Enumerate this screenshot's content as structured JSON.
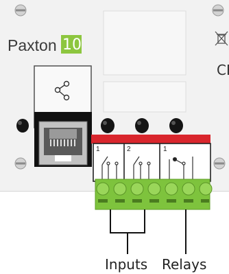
{
  "device": {
    "brand": "Paxton",
    "model": "10",
    "ce_mark": "CE",
    "relay_numbers": [
      "1",
      "2",
      "1"
    ]
  },
  "labels": {
    "inputs": "Inputs",
    "relays": "Relays"
  },
  "colors": {
    "panel": "#f2f2f2",
    "brand_green": "#8dc63f",
    "relay_red": "#d9262d",
    "terminal_green": "#7ec33d",
    "led": "#151515"
  }
}
